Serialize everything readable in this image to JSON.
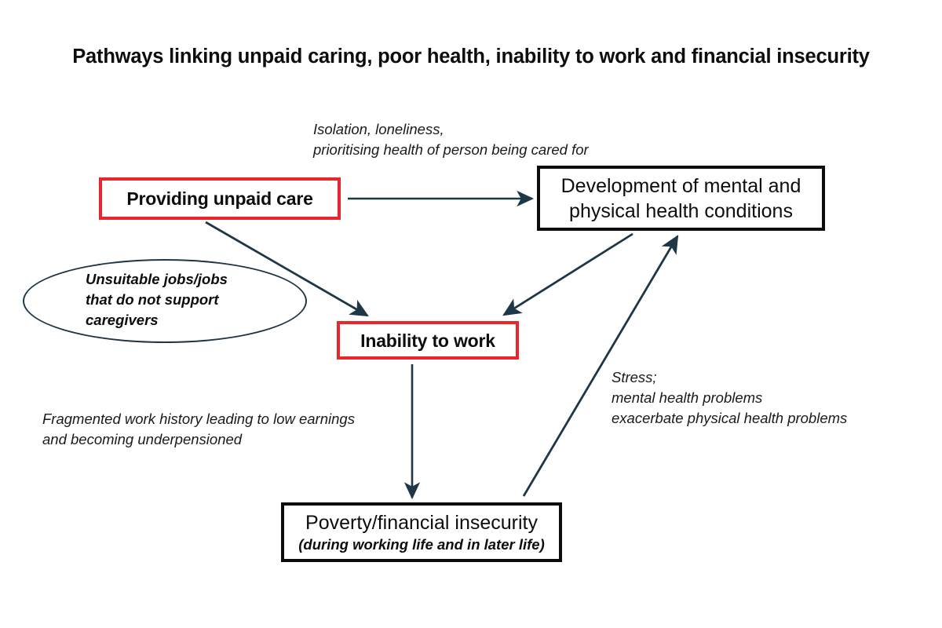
{
  "title": "Pathways linking unpaid caring, poor health, inability to work and financial insecurity",
  "colors": {
    "highlight_red": "#e8262b",
    "box_black": "#0d0d0d",
    "ellipse_teal": "#1d3746",
    "arrow_navy": "#1d3746",
    "background": "#ffffff"
  },
  "nodes": {
    "providing_care": {
      "label": "Providing unpaid care",
      "border_color": "#e8262b"
    },
    "development_conditions": {
      "line1": "Development of mental and",
      "line2": "physical health conditions",
      "border_color": "#0d0d0d"
    },
    "inability_to_work": {
      "label": "Inability to work",
      "border_color": "#e8262b"
    },
    "poverty": {
      "line1": "Poverty/financial insecurity",
      "line2": "(during working life and in later life)",
      "border_color": "#0d0d0d"
    },
    "unsuitable_jobs": {
      "text": "Unsuitable jobs/jobs\nthat do not support\ncaregivers",
      "border_color": "#1d3746"
    }
  },
  "notes": {
    "isolation": "Isolation, loneliness,\nprioritising health of person being cared for",
    "stress": "Stress;\nmental health problems\nexacerbate physical health problems",
    "fragmented": "Fragmented work history leading to low earnings\n and becoming underpensioned"
  },
  "arrows": [
    {
      "name": "care-to-development",
      "from": "providing_care",
      "to": "development_conditions",
      "note": "isolation"
    },
    {
      "name": "care-to-inability",
      "from": "providing_care",
      "to": "inability_to_work",
      "note": "unsuitable_jobs"
    },
    {
      "name": "development-to-inability",
      "from": "development_conditions",
      "to": "inability_to_work",
      "note": ""
    },
    {
      "name": "inability-to-poverty",
      "from": "inability_to_work",
      "to": "poverty",
      "note": "fragmented"
    },
    {
      "name": "poverty-to-development",
      "from": "poverty",
      "to": "development_conditions",
      "note": "stress"
    }
  ]
}
